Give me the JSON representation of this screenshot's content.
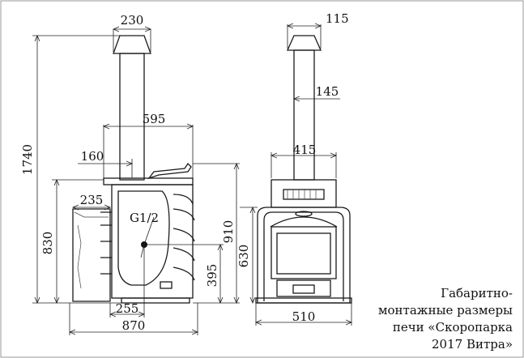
{
  "dimensions": {
    "chimney_width_side": "230",
    "chimney_width_front": "115",
    "chimney_offset_front": "145",
    "body_depth": "595",
    "pipe_offset": "160",
    "total_height": "1740",
    "body_width_front": "415",
    "thread_offset": "235",
    "thread_label": "G1/2",
    "height_830": "830",
    "height_910": "910",
    "height_630": "630",
    "height_395": "395",
    "base_255": "255",
    "total_depth": "870",
    "base_width_front": "510"
  },
  "caption": {
    "line1": "Габаритно-",
    "line2": "монтажные размеры",
    "line3": "печи «Скоропарка",
    "line4": "2017 Витра»"
  }
}
